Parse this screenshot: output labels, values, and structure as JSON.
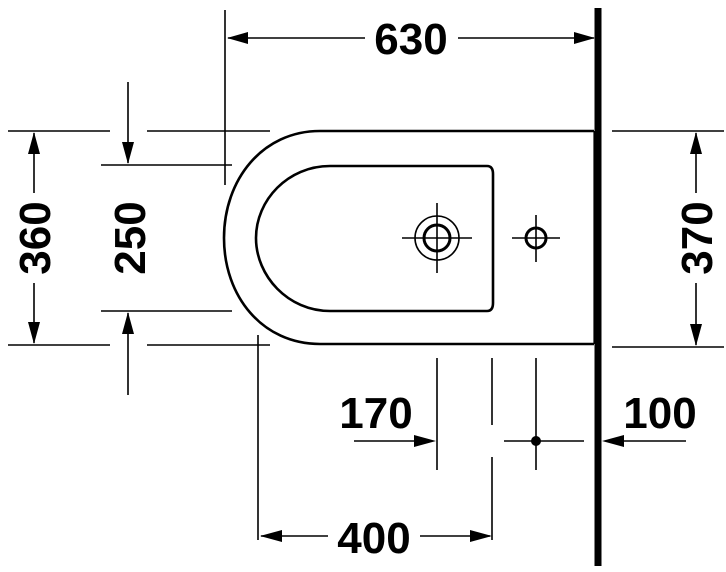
{
  "drawing": {
    "type": "bidet top view technical drawing",
    "line_color": "#000000",
    "background": "#ffffff",
    "units": "mm",
    "dimensions": {
      "overall_length": "630",
      "outer_width_left": "360",
      "bowl_width": "250",
      "wall_width": "370",
      "tap_hole_from_front": "170",
      "fixing_from_wall": "100",
      "drain_from_front": "400"
    }
  }
}
